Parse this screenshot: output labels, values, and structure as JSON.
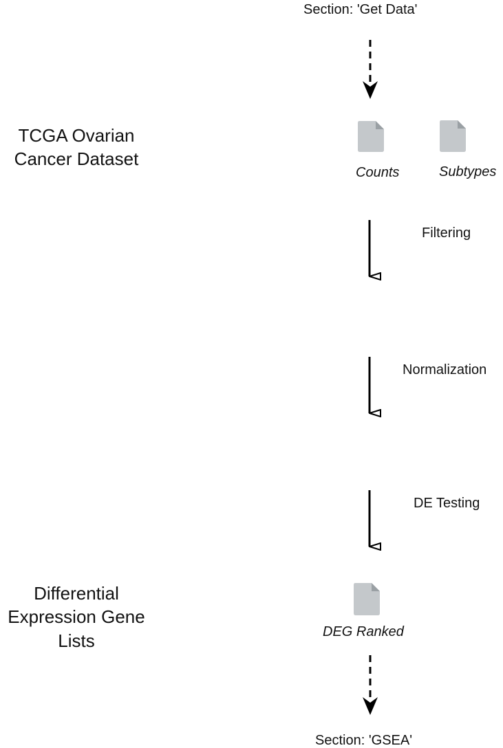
{
  "sections": {
    "top": "Section: 'Get Data'",
    "bottom": "Section: 'GSEA'"
  },
  "stages": {
    "dataset": {
      "line1": "TCGA Ovarian",
      "line2": "Cancer Dataset"
    },
    "results": {
      "line1": "Differential",
      "line2": "Expression Gene",
      "line3": "Lists"
    }
  },
  "files": {
    "counts": "Counts",
    "subtypes": "Subtypes",
    "deg_ranked": "DEG Ranked"
  },
  "steps": {
    "filtering": "Filtering",
    "normalization": "Normalization",
    "de_testing": "DE Testing"
  },
  "colors": {
    "file_icon": "#c4c8cb",
    "file_fold": "#9aa0a4",
    "line": "#000000"
  },
  "icons": {
    "file": "document-icon",
    "solid_arrow": "hollow-head-arrow",
    "dashed_arrow": "dashed-arrow"
  }
}
